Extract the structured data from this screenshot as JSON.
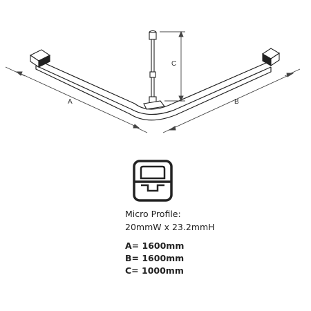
{
  "dimensions": {
    "a_label": "A",
    "b_label": "B",
    "c_label": "C",
    "a_value": "A= 1600mm",
    "b_value": "B= 1600mm",
    "c_value": "C= 1000mm"
  },
  "profile": {
    "title": "Micro Profile:",
    "size": "20mmW x 23.2mmH"
  },
  "colors": {
    "line": "#222222",
    "text": "#222222"
  }
}
